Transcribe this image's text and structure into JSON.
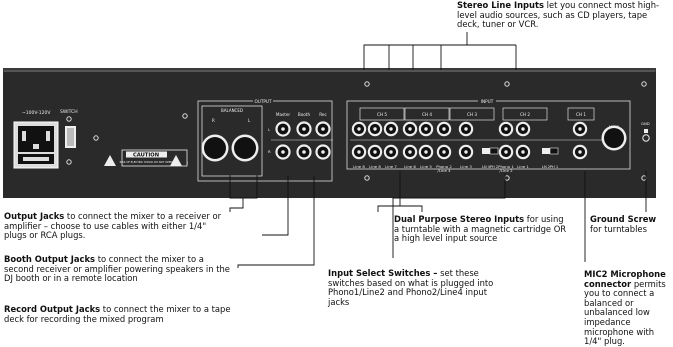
{
  "panel": {
    "power_label": "~100V-120V",
    "switch_label": "SWITCH",
    "output_label": "OUTPUT",
    "balanced_label": "BALANCED",
    "input_label": "INPUT",
    "master_label": "Master",
    "booth_label": "Booth",
    "rec_label": "Rec",
    "caution_title": "CAUTION",
    "caution_text": "RISK OF ELECTRIC SHOCK DO NOT OPEN",
    "gnd_label": "GND",
    "mic2_label": "MIC 2",
    "channel_labels": [
      "CH 5",
      "CH 4",
      "CH 3",
      "CH 2",
      "CH 1"
    ],
    "jack_labels": [
      "Line 8",
      "Line 8",
      "Line 7",
      "Line 6",
      "Line 5",
      "Phono 2 /Line 4",
      "Line 3",
      "Phono 1 /Line 2",
      "Line 1"
    ],
    "switch_labels": [
      "LN 4",
      "PH 2",
      "LN 2",
      "PH 1"
    ]
  },
  "callouts": {
    "stereo_line": {
      "title": "Stereo Line Inputs",
      "text": " let you connect most high-level audio sources, such as CD players, tape deck, tuner or VCR."
    },
    "output": {
      "title": "Output Jacks",
      "text": " to connect the mixer to a receiver or amplifier – choose to use cables with either 1/4\" plugs or RCA plugs."
    },
    "booth": {
      "title": "Booth Output Jacks",
      "text": " to connect the mixer to a second receiver or amplifier powering speakers in the DJ booth or in a remote location"
    },
    "record": {
      "title": "Record Output Jacks",
      "text": " to connect the mixer to a tape deck for recording the mixed program"
    },
    "dual": {
      "title": "Dual Purpose Stereo Inputs",
      "text": " for using a turntable with a magnetic cartridge OR a high level input source"
    },
    "select": {
      "title": "Input Select Switches –",
      "text": " set these switches based on what is plugged into Phono1/Line2 and Phono2/Line4 input jacks"
    },
    "ground": {
      "title": "Ground Screw",
      "text": "for turntables"
    },
    "mic2": {
      "title": "MIC2 Microphone connector",
      "text": " permits you to connect a balanced or unbalanced low impedance microphone with 1/4\" plug."
    }
  }
}
